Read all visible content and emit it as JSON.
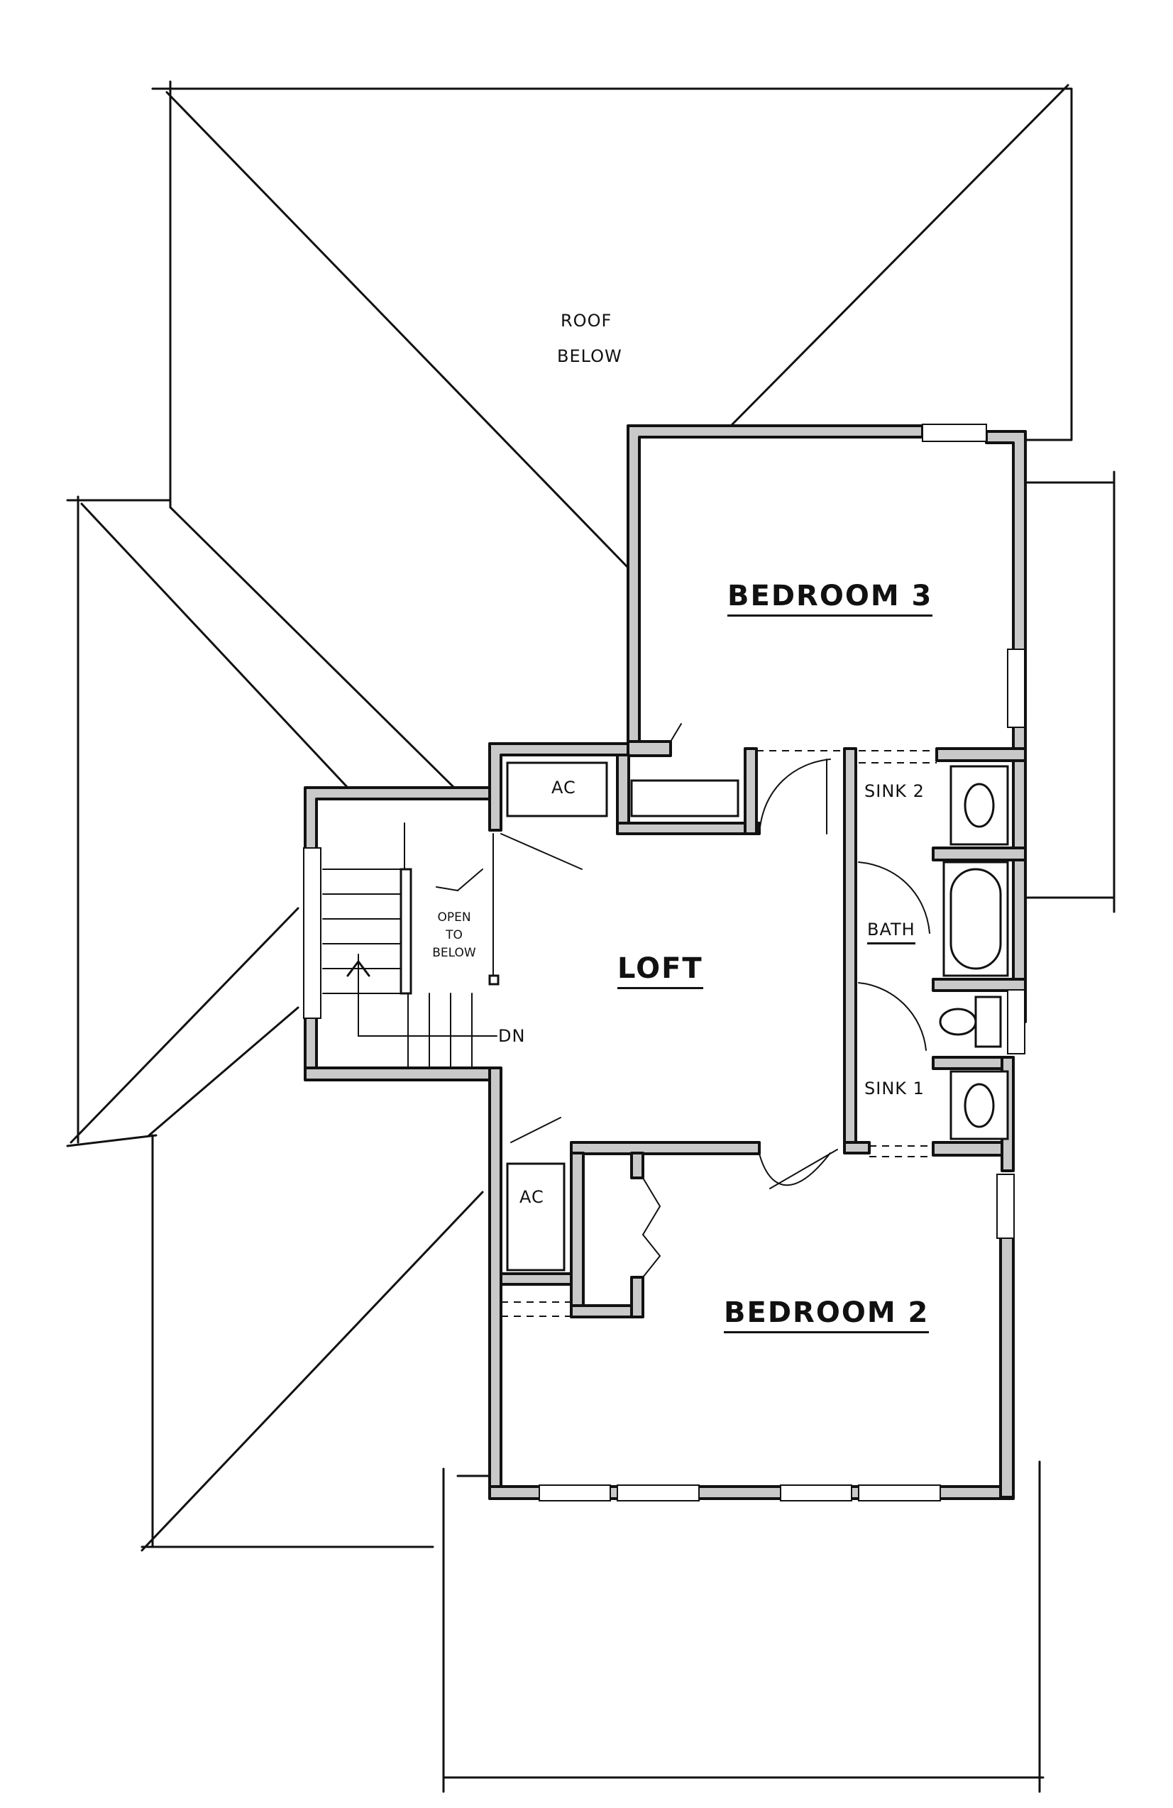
{
  "labels": {
    "roof_below_line1": "ROOF",
    "roof_below_line2": "BELOW",
    "bedroom3": "BEDROOM 3",
    "bedroom2": "BEDROOM 2",
    "loft": "LOFT",
    "ac_upper": "AC",
    "ac_lower": "AC",
    "sink2": "SINK 2",
    "sink1": "SINK 1",
    "bath": "BATH",
    "open_line1": "OPEN",
    "open_line2": "TO",
    "open_line3": "BELOW",
    "dn": "DN"
  },
  "colors": {
    "ink": "#111111",
    "wall_fill": "#c9c9c9",
    "paper": "#ffffff"
  }
}
